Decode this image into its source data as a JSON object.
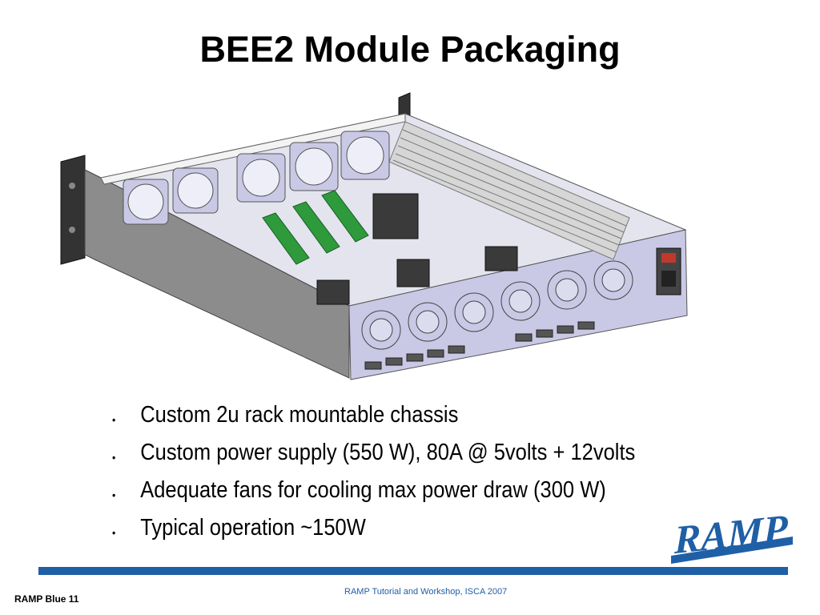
{
  "slide": {
    "title": "BEE2 Module Packaging",
    "bullets": [
      "Custom 2u rack mountable chassis",
      "Custom power supply (550 W), 80A @ 5volts + 12volts",
      "Adequate fans for cooling max power draw (300 W)",
      "Typical operation ~150W"
    ],
    "logo_text": "RAMP",
    "footer_left": "RAMP Blue 11",
    "footer_center": "RAMP Tutorial and Workshop, ISCA 2007"
  },
  "colors": {
    "brand_blue": "#1f5fa6",
    "pcb_green": "#2e9a3c",
    "chassis_lavender": "#c9c9e6"
  }
}
